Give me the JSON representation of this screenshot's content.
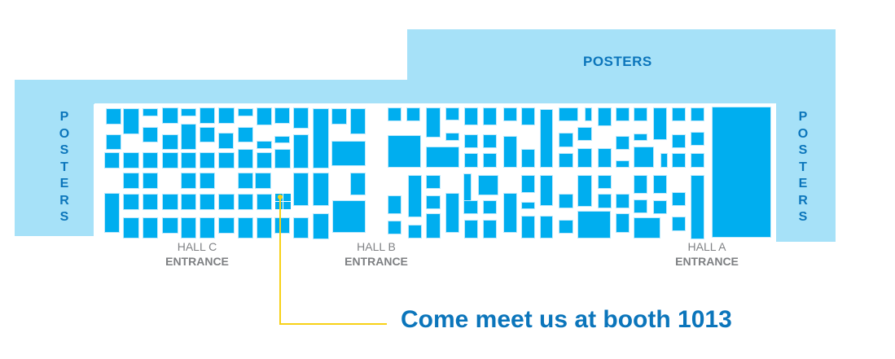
{
  "map": {
    "poster_areas": {
      "top": "POSTERS",
      "left": "POSTERS",
      "right": "POSTERS"
    },
    "entrances": [
      {
        "hall": "HALL C",
        "label": "ENTRANCE"
      },
      {
        "hall": "HALL B",
        "label": "ENTRANCE"
      },
      {
        "hall": "HALL A",
        "label": "ENTRANCE"
      }
    ],
    "highlighted_booth": "1013",
    "callout": "Come meet us at booth 1013",
    "colors": {
      "booth": "#00aeef",
      "poster_area": "#a6e1f8",
      "label_blue": "#0b75bb",
      "callout_line": "#f7d117",
      "entrance_text": "#808285"
    }
  }
}
